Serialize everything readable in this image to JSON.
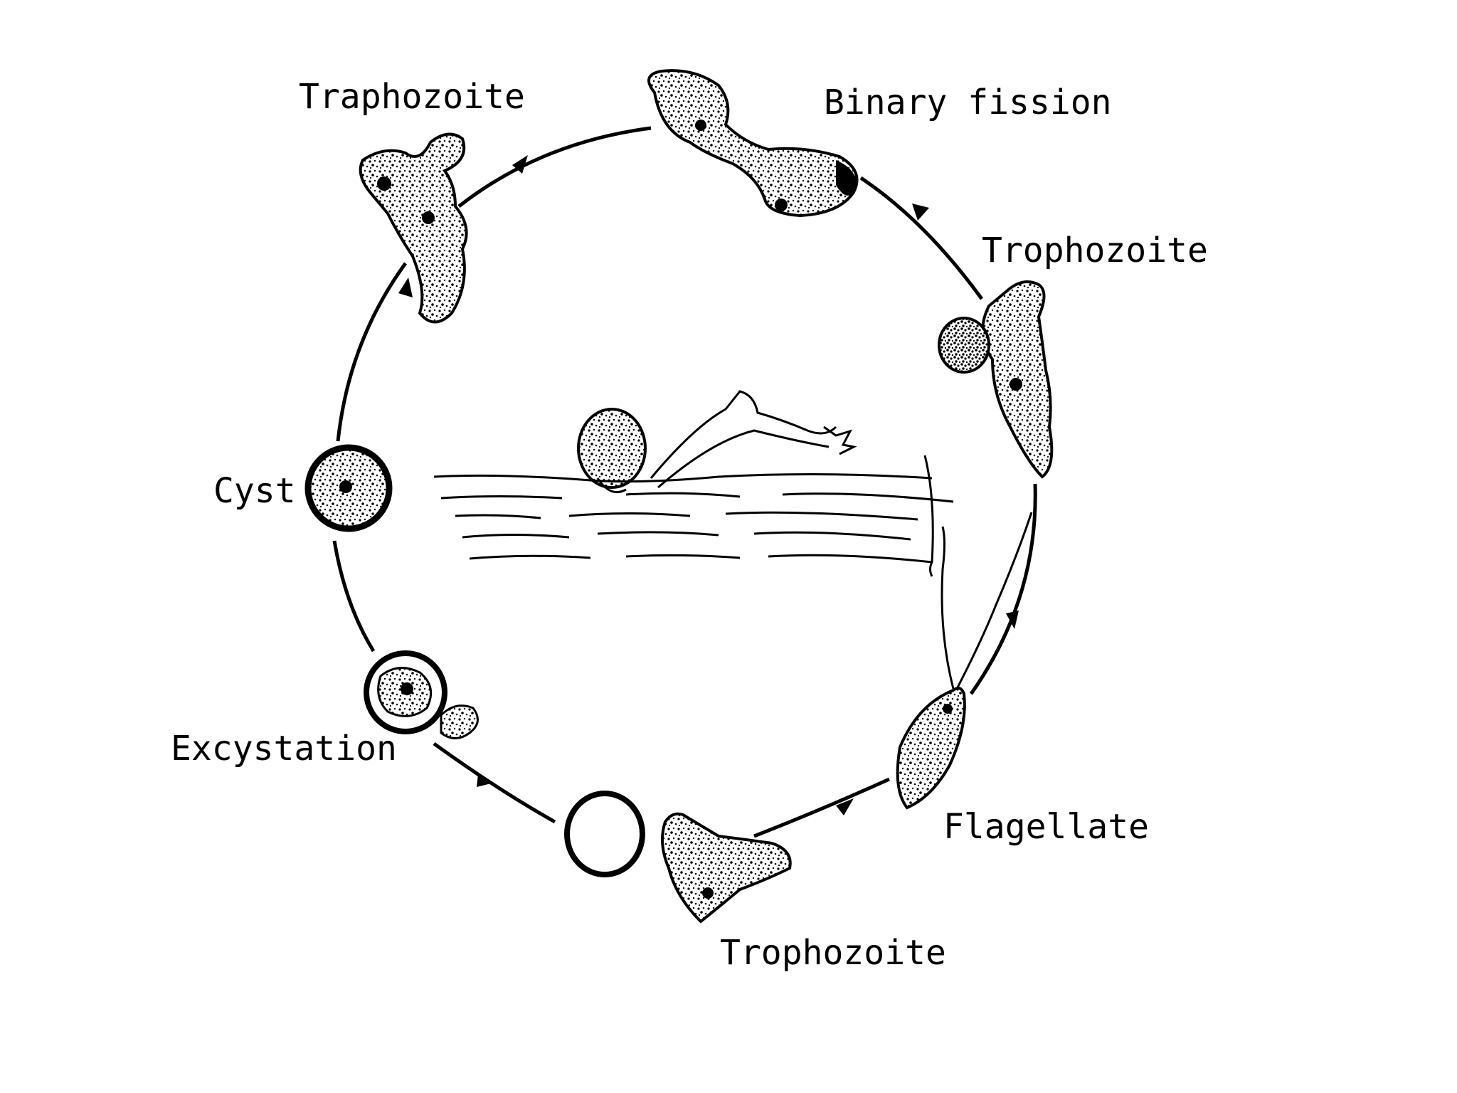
{
  "diagram": {
    "labels": {
      "trophozoite_top_left": "Traphozoite",
      "binary_fission": "Binary fission",
      "trophozoite_right": "Trophozoite",
      "cyst": "Cyst",
      "excystation": "Excystation",
      "flagellate": "Flagellate",
      "trophozoite_bottom": "Trophozoite"
    },
    "colors": {
      "ink": "#000000",
      "paper": "#ffffff"
    }
  }
}
